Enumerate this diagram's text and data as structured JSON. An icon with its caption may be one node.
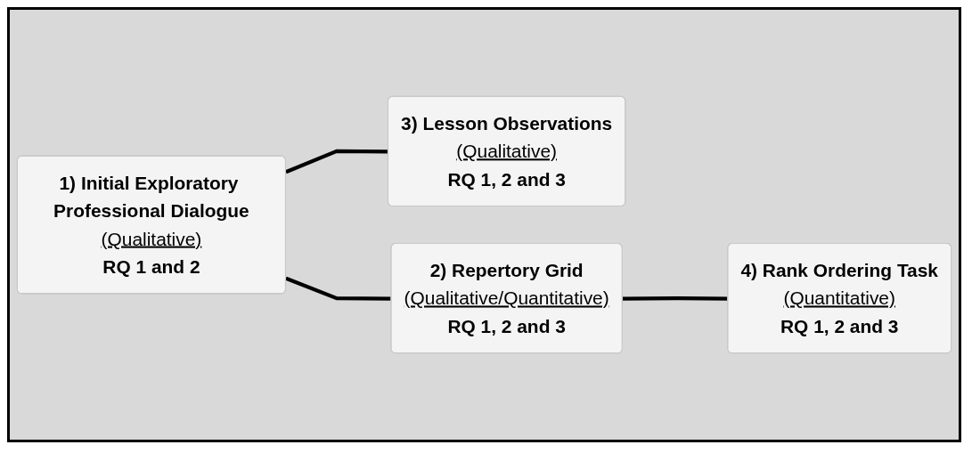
{
  "diagram": {
    "nodes": [
      {
        "text": [
          "1) Initial Exploratory Professional Dialogue",
          "(Qualitative)",
          "RQ 1 and 2"
        ]
      },
      {
        "text": [
          "3) Lesson Observations",
          "(Qualitative)",
          "RQ 1, 2 and 3"
        ]
      },
      {
        "text": [
          "2) Repertory Grid",
          "(Qualitative/Quantitative)",
          "RQ 1, 2 and 3"
        ]
      },
      {
        "text": [
          "4) Rank Ordering Task",
          "(Quantitative)",
          "RQ 1, 2 and 3"
        ]
      }
    ],
    "edges": [
      {
        "from": 0,
        "to": 1,
        "arrow": "none"
      },
      {
        "from": 0,
        "to": 2,
        "arrow": "none"
      },
      {
        "from": 2,
        "to": 3,
        "arrow": "none"
      }
    ]
  }
}
